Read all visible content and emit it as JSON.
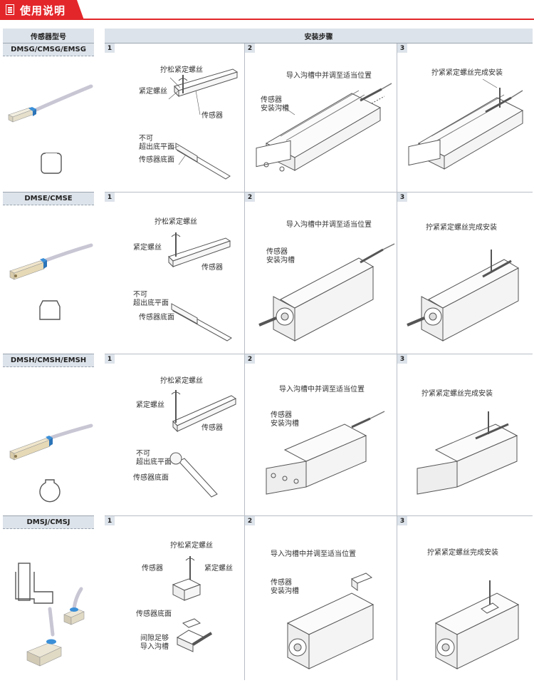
{
  "header": {
    "title": "使用说明",
    "icon": "document-icon",
    "accent_color": "#e3262a"
  },
  "columns": {
    "sensor_model": "传感器型号",
    "install_steps": "安装步骤"
  },
  "rows": [
    {
      "model": "DMSG/CMSG/EMSG",
      "steps": [
        {
          "num": "1",
          "labels": {
            "loosen": "拧松紧定螺丝",
            "set_screw": "紧定螺丝",
            "sensor": "传感器",
            "cannot_line1": "不可",
            "cannot_line2": "超出底平面",
            "sensor_bottom": "传感器底面"
          }
        },
        {
          "num": "2",
          "labels": {
            "insert": "导入沟槽中并调至适当位置",
            "groove_line1": "传感器",
            "groove_line2": "安装沟槽"
          }
        },
        {
          "num": "3",
          "labels": {
            "tighten": "拧紧紧定螺丝完成安装"
          }
        }
      ]
    },
    {
      "model": "DMSE/CMSE",
      "steps": [
        {
          "num": "1",
          "labels": {
            "loosen": "拧松紧定螺丝",
            "set_screw": "紧定螺丝",
            "sensor": "传感器",
            "cannot_line1": "不可",
            "cannot_line2": "超出底平面",
            "sensor_bottom": "传感器底面"
          }
        },
        {
          "num": "2",
          "labels": {
            "insert": "导入沟槽中并调至适当位置",
            "groove_line1": "传感器",
            "groove_line2": "安装沟槽"
          }
        },
        {
          "num": "3",
          "labels": {
            "tighten": "拧紧紧定螺丝完成安装"
          }
        }
      ]
    },
    {
      "model": "DMSH/CMSH/EMSH",
      "steps": [
        {
          "num": "1",
          "labels": {
            "loosen": "拧松紧定螺丝",
            "set_screw": "紧定螺丝",
            "sensor": "传感器",
            "cannot_line1": "不可",
            "cannot_line2": "超出底平面",
            "sensor_bottom": "传感器底面"
          }
        },
        {
          "num": "2",
          "labels": {
            "insert": "导入沟槽中并调至适当位置",
            "groove_line1": "传感器",
            "groove_line2": "安装沟槽"
          }
        },
        {
          "num": "3",
          "labels": {
            "tighten": "拧紧紧定螺丝完成安装"
          }
        }
      ]
    },
    {
      "model": "DMSJ/CMSJ",
      "steps": [
        {
          "num": "1",
          "labels": {
            "loosen": "拧松紧定螺丝",
            "sensor": "传感器",
            "set_screw": "紧定螺丝",
            "sensor_bottom": "传感器底面",
            "gap_line1": "间隙足够",
            "gap_line2": "导入沟槽"
          }
        },
        {
          "num": "2",
          "labels": {
            "insert": "导入沟槽中并调至适当位置",
            "groove_line1": "传感器",
            "groove_line2": "安装沟槽"
          }
        },
        {
          "num": "3",
          "labels": {
            "tighten": "拧紧紧定螺丝完成安装"
          }
        }
      ]
    }
  ],
  "colors": {
    "header_fill": "#dde3ea",
    "cable_blue": "#3a8fd8",
    "sensor_body": "#e8e2d0"
  }
}
